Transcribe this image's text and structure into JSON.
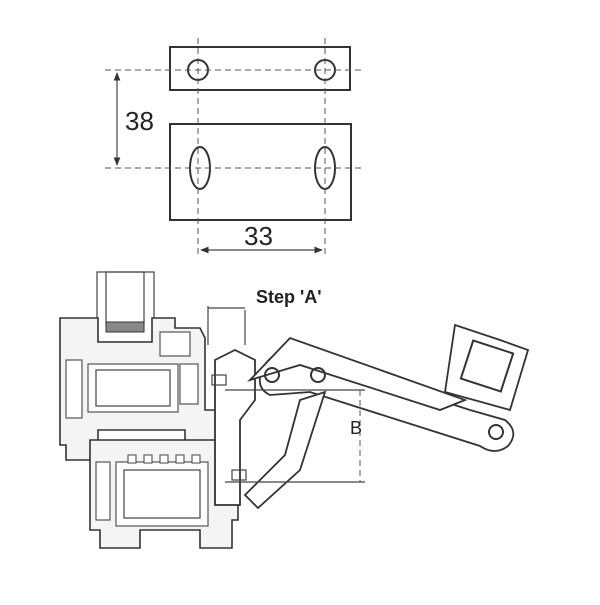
{
  "labels": {
    "dimension_vertical": "38",
    "dimension_horizontal": "33",
    "step_label": "Step 'A'",
    "b_label": "B"
  }
}
